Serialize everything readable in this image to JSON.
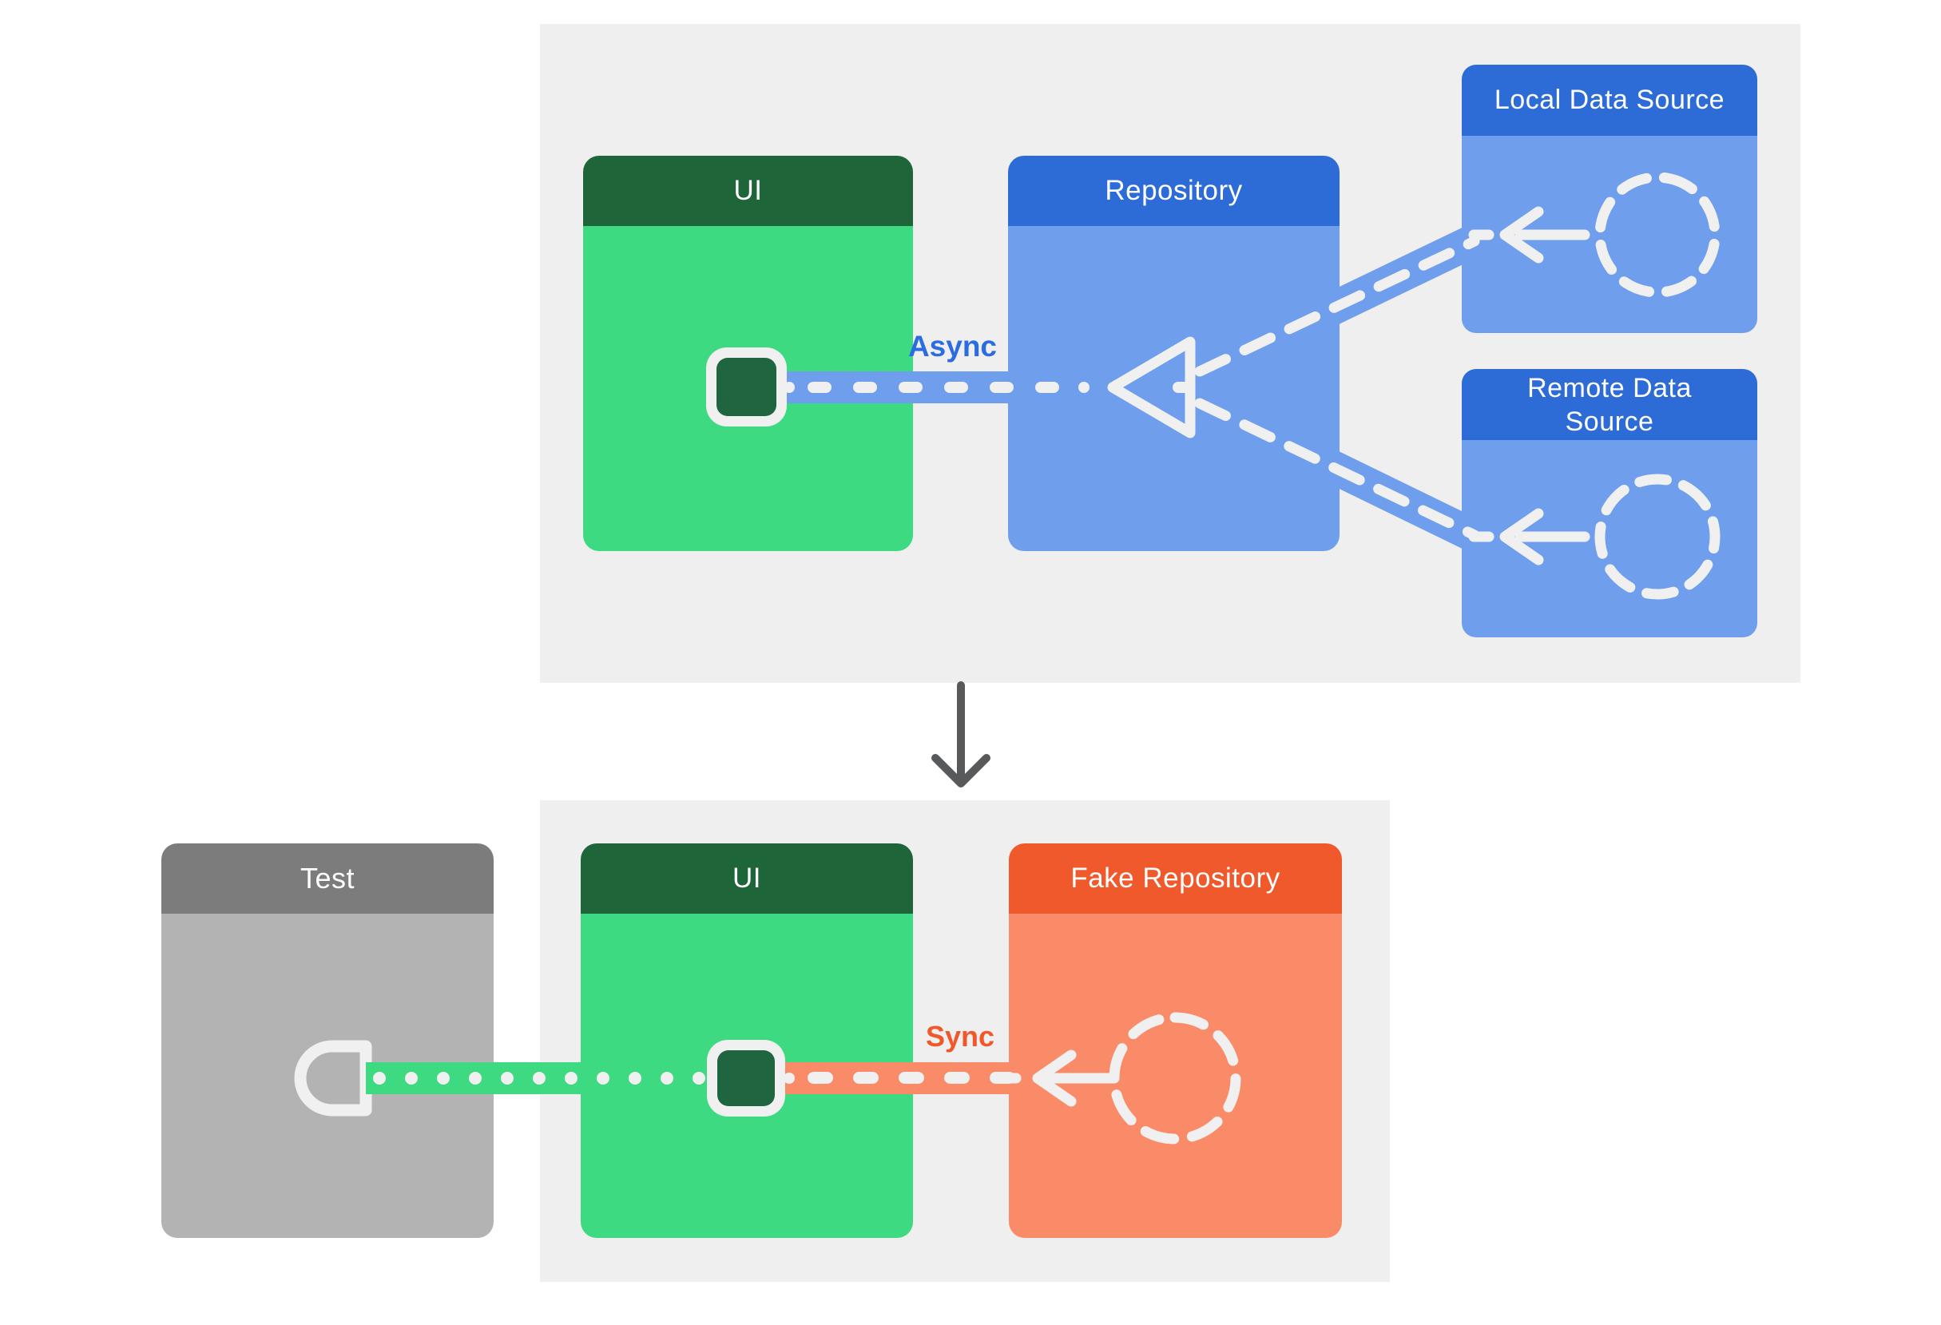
{
  "colors": {
    "page_background": "#ffffff",
    "panel_background": "#efefef",
    "ui_header_green": "#1e6539",
    "ui_body_green": "#3eda81",
    "blue_header": "#2d6cd7",
    "blue_body": "#6f9eec",
    "fake_repository_header_orange": "#f0592c",
    "fake_repository_body_orange": "#fa8b68",
    "test_header_gray": "#7c7c7c",
    "test_body_gray": "#b3b3b3",
    "connector_stroke_white": "#f0f0f0",
    "async_label_blue": "#2b6ce0",
    "sync_label_orange": "#f2572b",
    "flow_arrow_gray": "#58595b"
  },
  "icons": {
    "ui_chip": "rounded-square-chip",
    "repository_arrowhead": "hollow-left-pointing-triangle",
    "data_source_circle": "dashed-circle",
    "data_flow_arrow": "left-arrow",
    "test_connector": "half-round-socket",
    "section_flow": "down-arrow"
  },
  "top_panel": {
    "ui_box": {
      "title": "UI"
    },
    "repository_box": {
      "title": "Repository"
    },
    "local_data_source_box": {
      "title": "Local Data Source"
    },
    "remote_data_source_box": {
      "title": "Remote Data Source"
    },
    "async_label": "Async"
  },
  "bottom_panel": {
    "test_box": {
      "title": "Test"
    },
    "ui_box": {
      "title": "UI"
    },
    "fake_repository_box": {
      "title": "Fake Repository"
    },
    "sync_label": "Sync"
  }
}
